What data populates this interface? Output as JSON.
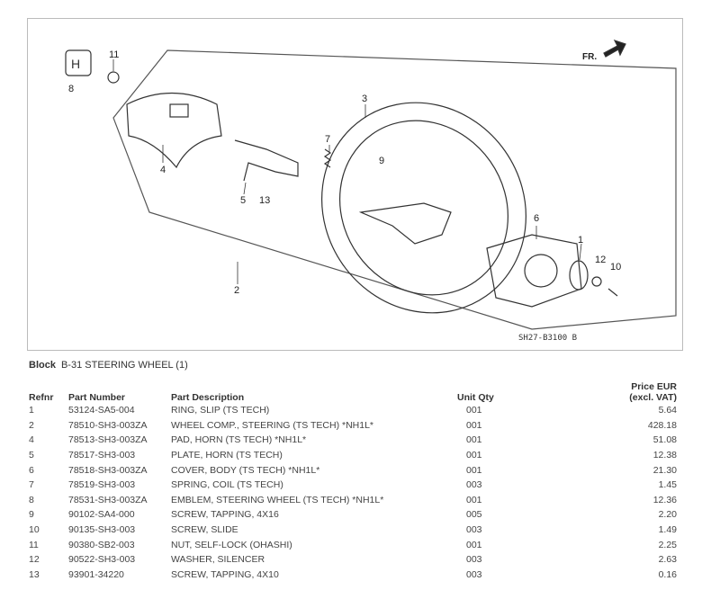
{
  "diagram": {
    "callouts": [
      "8",
      "11",
      "4",
      "5",
      "13",
      "7",
      "3",
      "9",
      "2",
      "6",
      "1",
      "12",
      "10"
    ],
    "direction_label": "FR.",
    "drawing_code": "SH27-B3100 B"
  },
  "block": {
    "label": "Block",
    "value": "B-31 STEERING WHEEL (1)"
  },
  "table": {
    "headers": {
      "refnr": "Refnr",
      "part_number": "Part Number",
      "description": "Part Description",
      "unit_qty": "Unit Qty",
      "price_line1": "Price EUR",
      "price_line2": "(excl. VAT)"
    },
    "rows": [
      {
        "refnr": "1",
        "part": "53124-SA5-004",
        "desc": "RING, SLIP (TS TECH)",
        "qty": "001",
        "price": "5.64"
      },
      {
        "refnr": "2",
        "part": "78510-SH3-003ZA",
        "desc": "WHEEL COMP., STEERING (TS TECH) *NH1L*",
        "qty": "001",
        "price": "428.18"
      },
      {
        "refnr": "4",
        "part": "78513-SH3-003ZA",
        "desc": "PAD, HORN (TS TECH) *NH1L*",
        "qty": "001",
        "price": "51.08"
      },
      {
        "refnr": "5",
        "part": "78517-SH3-003",
        "desc": "PLATE, HORN (TS TECH)",
        "qty": "001",
        "price": "12.38"
      },
      {
        "refnr": "6",
        "part": "78518-SH3-003ZA",
        "desc": "COVER, BODY (TS TECH) *NH1L*",
        "qty": "001",
        "price": "21.30"
      },
      {
        "refnr": "7",
        "part": "78519-SH3-003",
        "desc": "SPRING, COIL (TS TECH)",
        "qty": "003",
        "price": "1.45"
      },
      {
        "refnr": "8",
        "part": "78531-SH3-003ZA",
        "desc": "EMBLEM, STEERING WHEEL (TS TECH) *NH1L*",
        "qty": "001",
        "price": "12.36"
      },
      {
        "refnr": "9",
        "part": "90102-SA4-000",
        "desc": "SCREW, TAPPING, 4X16",
        "qty": "005",
        "price": "2.20"
      },
      {
        "refnr": "10",
        "part": "90135-SH3-003",
        "desc": "SCREW, SLIDE",
        "qty": "003",
        "price": "1.49"
      },
      {
        "refnr": "11",
        "part": "90380-SB2-003",
        "desc": "NUT, SELF-LOCK (OHASHI)",
        "qty": "001",
        "price": "2.25"
      },
      {
        "refnr": "12",
        "part": "90522-SH3-003",
        "desc": "WASHER, SILENCER",
        "qty": "003",
        "price": "2.63"
      },
      {
        "refnr": "13",
        "part": "93901-34220",
        "desc": "SCREW, TAPPING, 4X10",
        "qty": "003",
        "price": "0.16"
      }
    ]
  }
}
